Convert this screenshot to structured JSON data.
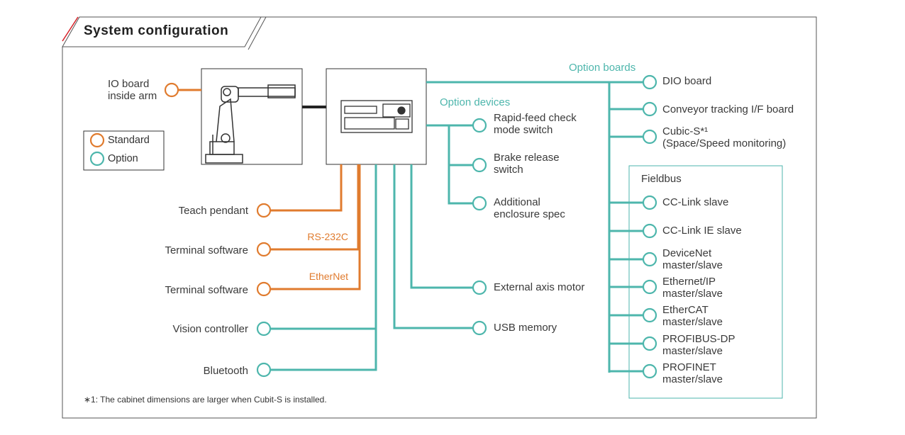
{
  "title": "System configuration",
  "footnote": "∗1: The cabinet dimensions are larger when Cubit-S is installed.",
  "legend": {
    "standard": "Standard",
    "option": "Option"
  },
  "colors": {
    "standard": "#e07b2e",
    "option": "#4db6ac",
    "accent": "#d62027"
  },
  "robot": {
    "io_board": "IO board\ninside arm"
  },
  "left": {
    "teach_pendant": "Teach pendant",
    "terminal_rs232": "Terminal software",
    "rs232_label": "RS-232C",
    "terminal_ethernet": "Terminal software",
    "ethernet_label": "EtherNet",
    "vision": "Vision controller",
    "bluetooth": "Bluetooth"
  },
  "option_devices": {
    "header": "Option devices",
    "items": [
      "Rapid-feed check\nmode switch",
      "Brake release\nswitch",
      "Additional\nenclosure spec"
    ]
  },
  "bottom": {
    "external_axis": "External axis motor",
    "usb": "USB memory"
  },
  "option_boards": {
    "header": "Option boards",
    "items": [
      "DIO board",
      "Conveyor tracking I/F board",
      "Cubic-S*¹\n(Space/Speed monitoring)"
    ]
  },
  "fieldbus": {
    "header": "Fieldbus",
    "items": [
      "CC-Link slave",
      "CC-Link IE slave",
      "DeviceNet\nmaster/slave",
      "Ethernet/IP\nmaster/slave",
      "EtherCAT\nmaster/slave",
      "PROFIBUS-DP\nmaster/slave",
      "PROFINET\nmaster/slave"
    ]
  }
}
